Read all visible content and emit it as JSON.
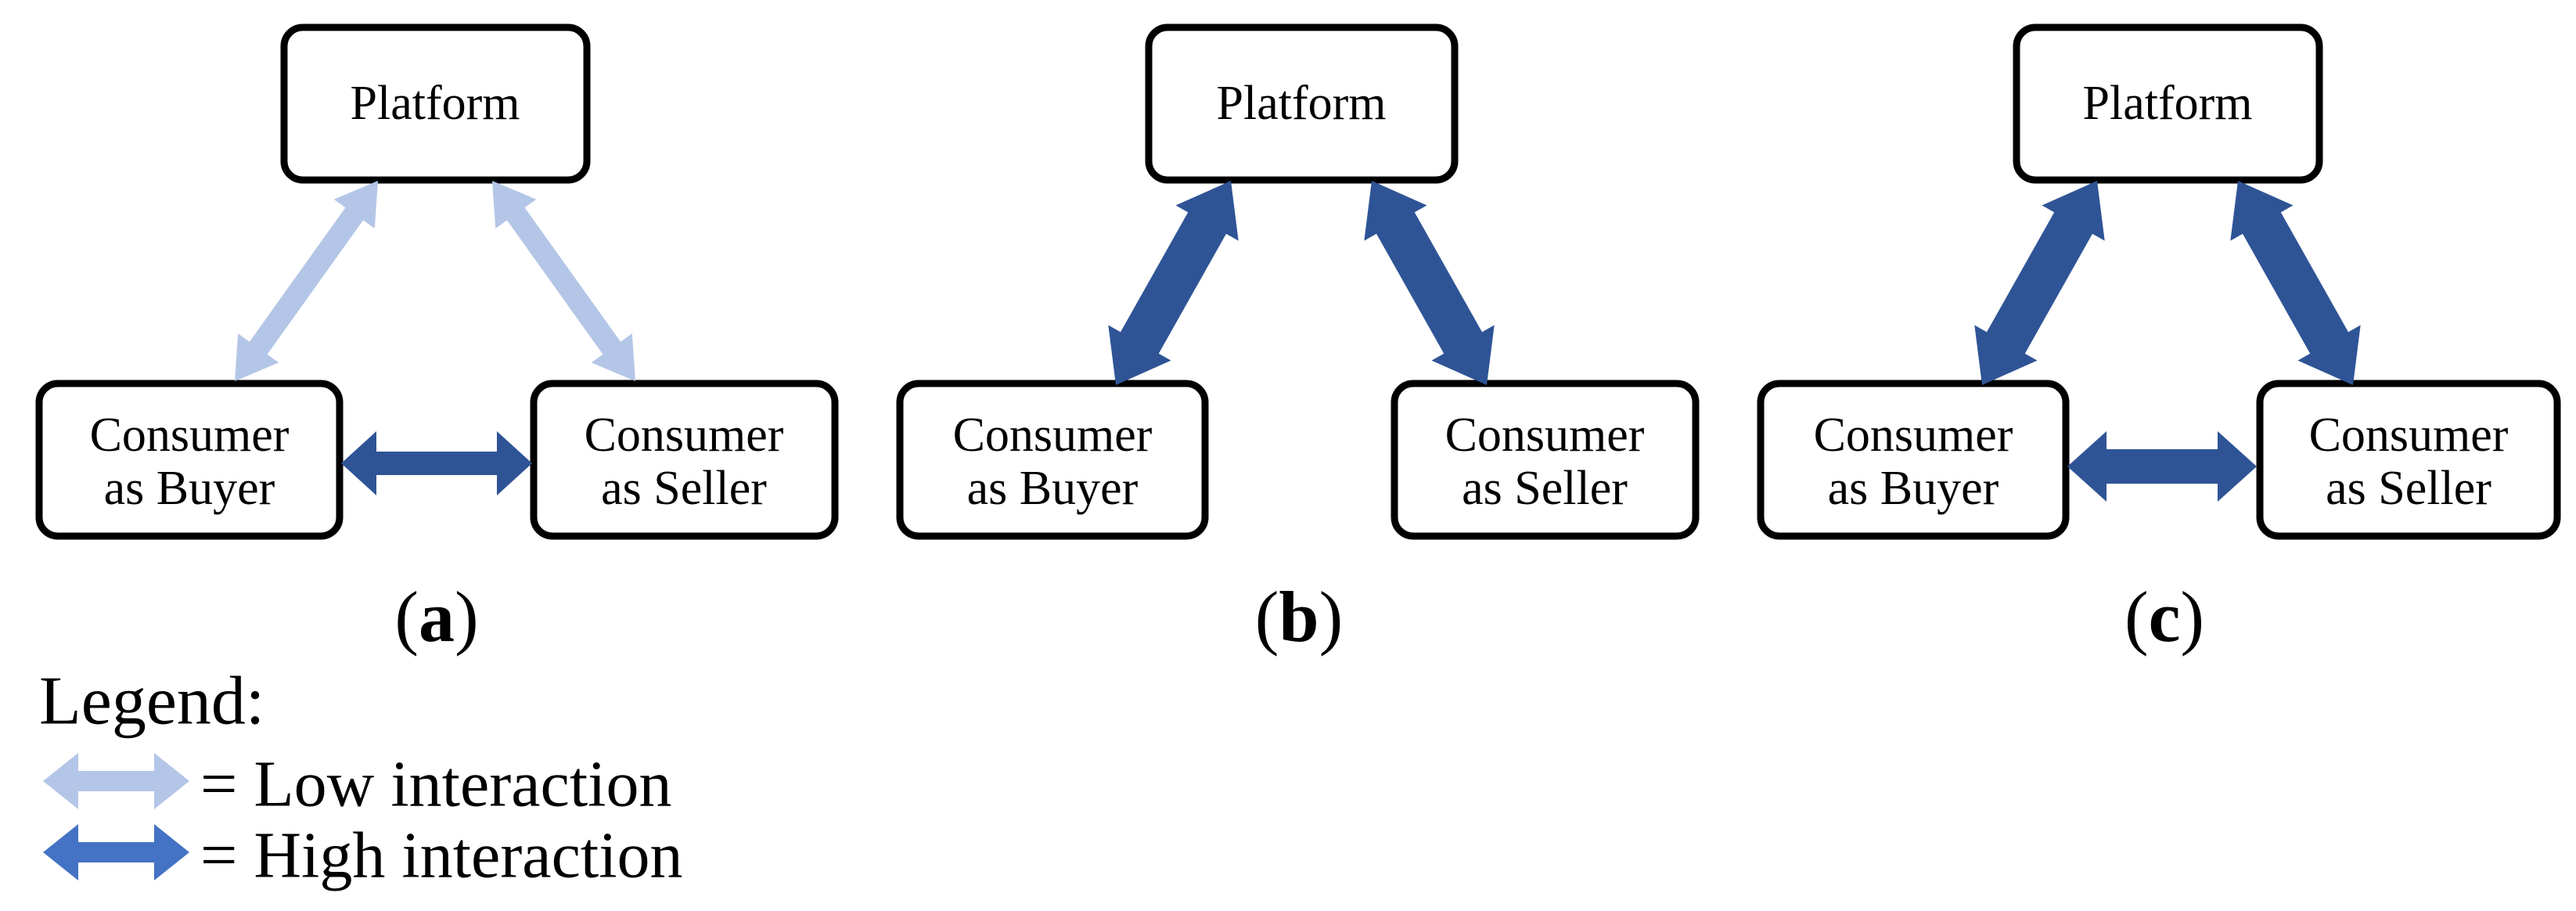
{
  "colors": {
    "background": "#ffffff",
    "box_fill": "#ffffff",
    "box_border": "#000000",
    "label_text": "#000000",
    "low_interaction_arrow": "#b4c6e7",
    "high_interaction_arrow": "#2f5496",
    "legend_high_arrow": "#4472c4"
  },
  "panels": [
    {
      "caption_open": "(",
      "caption_letter": "a",
      "caption_close": ")",
      "platform_label": "Platform",
      "buyer_line1": "Consumer",
      "buyer_line2": "as Buyer",
      "seller_line1": "Consumer",
      "seller_line2": "as Seller",
      "platform_buyer_interaction": "low",
      "platform_seller_interaction": "low",
      "buyer_seller_interaction": "high"
    },
    {
      "caption_open": "(",
      "caption_letter": "b",
      "caption_close": ")",
      "platform_label": "Platform",
      "buyer_line1": "Consumer",
      "buyer_line2": "as Buyer",
      "seller_line1": "Consumer",
      "seller_line2": "as Seller",
      "platform_buyer_interaction": "high",
      "platform_seller_interaction": "high",
      "buyer_seller_interaction": "none"
    },
    {
      "caption_open": "(",
      "caption_letter": "c",
      "caption_close": ")",
      "platform_label": "Platform",
      "buyer_line1": "Consumer",
      "buyer_line2": "as Buyer",
      "seller_line1": "Consumer",
      "seller_line2": "as Seller",
      "platform_buyer_interaction": "high",
      "platform_seller_interaction": "high",
      "buyer_seller_interaction": "high"
    }
  ],
  "legend": {
    "title": "Legend:",
    "items": [
      {
        "label": "= Low interaction",
        "level": "low"
      },
      {
        "label": "= High interaction",
        "level": "high"
      }
    ]
  }
}
